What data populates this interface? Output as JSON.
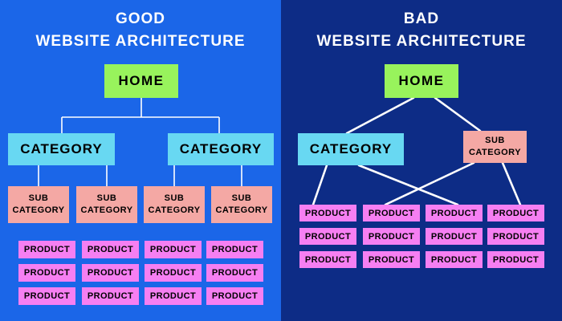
{
  "left_panel": {
    "title_line1": "GOOD",
    "title_line2": "WEBSITE ARCHITECTURE",
    "home_label": "HOME",
    "category_label": "CATEGORY",
    "subcategory_label": "SUB CATEGORY",
    "product_label": "PRODUCT",
    "category_count": 2,
    "subcategory_count": 4,
    "product_count": 12
  },
  "right_panel": {
    "title_line1": "BAD",
    "title_line2": "WEBSITE ARCHITECTURE",
    "home_label": "HOME",
    "category_label": "CATEGORY",
    "subcategory_label": "SUB CATEGORY",
    "product_label": "PRODUCT",
    "category_count": 1,
    "subcategory_count": 1,
    "product_count": 12
  },
  "colors": {
    "panel_left_bg": "#1b66e8",
    "panel_right_bg": "#0d2c86",
    "home_box": "#98f35c",
    "category_box": "#68d8f2",
    "subcategory_box": "#f4a8a4",
    "product_box": "#f67ff2",
    "connector": "#ffffff",
    "box_text": "#000000",
    "title_text": "#ffffff"
  }
}
